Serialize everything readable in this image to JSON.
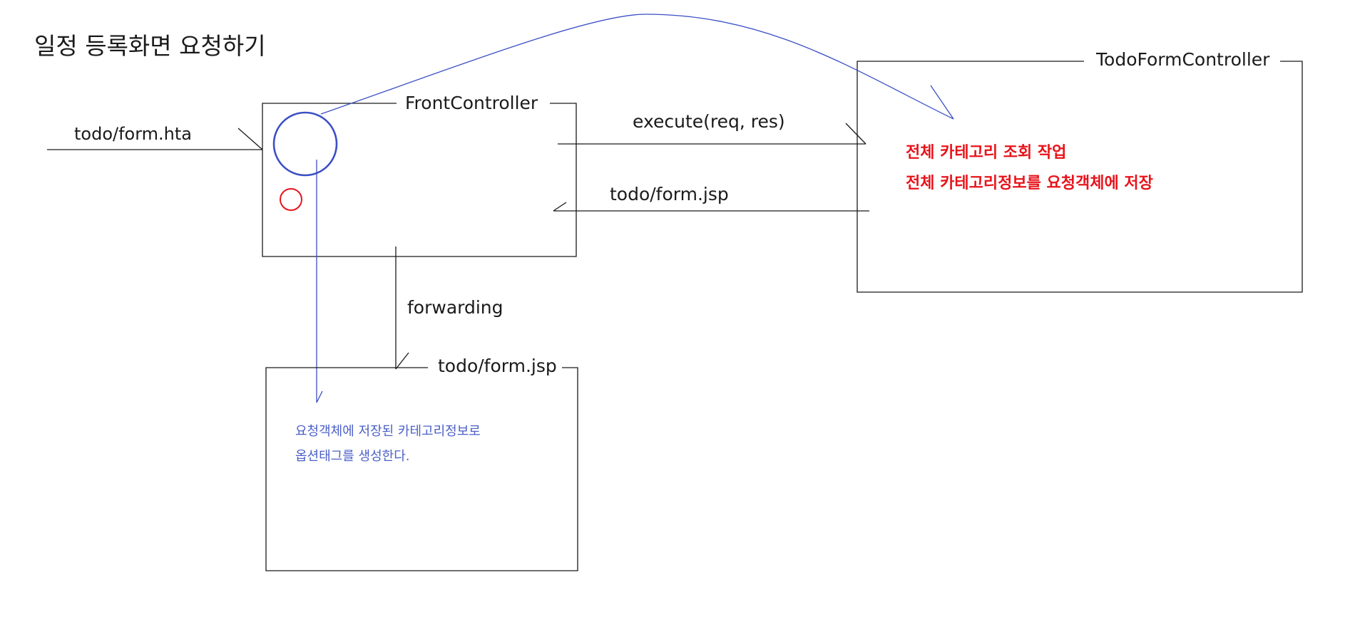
{
  "title": "일정 등록화면 요청하기",
  "request_url": "todo/form.hta",
  "front_controller": {
    "label": "FrontController"
  },
  "todo_form_controller": {
    "label": "TodoFormController",
    "notes": [
      "전체 카테고리 조회 작업",
      "전체 카테고리정보를 요청객체에 저장"
    ]
  },
  "jsp_box": {
    "label": "todo/form.jsp",
    "notes": [
      "요청객체에 저장된 카테고리정보로",
      "옵션태그를 생성한다."
    ]
  },
  "arrows": {
    "execute": "execute(req, res)",
    "return_view": "todo/form.jsp",
    "forwarding": "forwarding"
  },
  "colors": {
    "ink": "#1a1a1a",
    "blue": "#3b4fc4",
    "red": "#e8141b",
    "blue_text": "#4b5fc8"
  }
}
